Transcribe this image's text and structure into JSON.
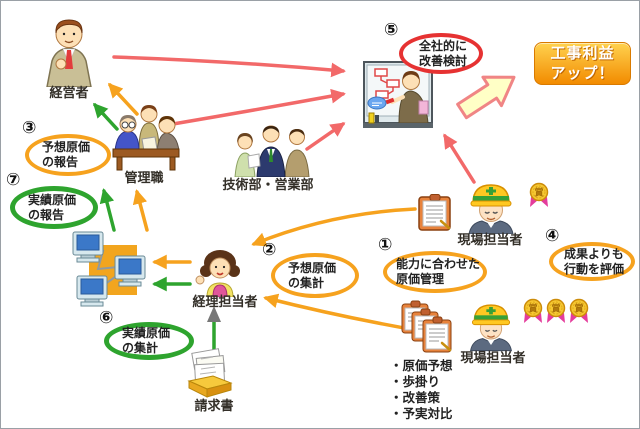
{
  "colors": {
    "orange": "#F6A21E",
    "green": "#2EA42E",
    "red_arrow": "#F26969",
    "red_oval": "#E63232",
    "goal_gradient_top": "#FFD24F",
    "goal_gradient_bottom": "#F28B00"
  },
  "nodes": {
    "executive": {
      "label": "経営者"
    },
    "managers": {
      "label": "管理職"
    },
    "tech_sales": {
      "label": "技術部・営業部"
    },
    "accountant": {
      "label": "経理担当者"
    },
    "invoice": {
      "label": "請求書"
    },
    "site_worker_top": {
      "label": "現場担当者"
    },
    "site_worker_bottom": {
      "label": "現場担当者"
    }
  },
  "ovals": {
    "o1": {
      "num": "①",
      "line1": "能力に合わせた",
      "line2": "原価管理"
    },
    "o2": {
      "num": "②",
      "line1": "予想原価",
      "line2": "の集計"
    },
    "o3": {
      "num": "③",
      "line1": "予想原価",
      "line2": "の報告"
    },
    "o4": {
      "num": "④",
      "line1": "成果よりも",
      "line2": "行動を評価"
    },
    "o5": {
      "num": "⑤",
      "line1": "全社的に",
      "line2": "改善検討"
    },
    "o6": {
      "num": "⑥",
      "line1": "実績原価",
      "line2": "の集計"
    },
    "o7": {
      "num": "⑦",
      "line1": "実績原価",
      "line2": "の報告"
    }
  },
  "goal": {
    "line1": "工事利益",
    "line2": "アップ！"
  },
  "checklist": [
    "・原価予想",
    "・歩掛り",
    "・改善策",
    "・予実対比"
  ],
  "medal_char": "賞"
}
